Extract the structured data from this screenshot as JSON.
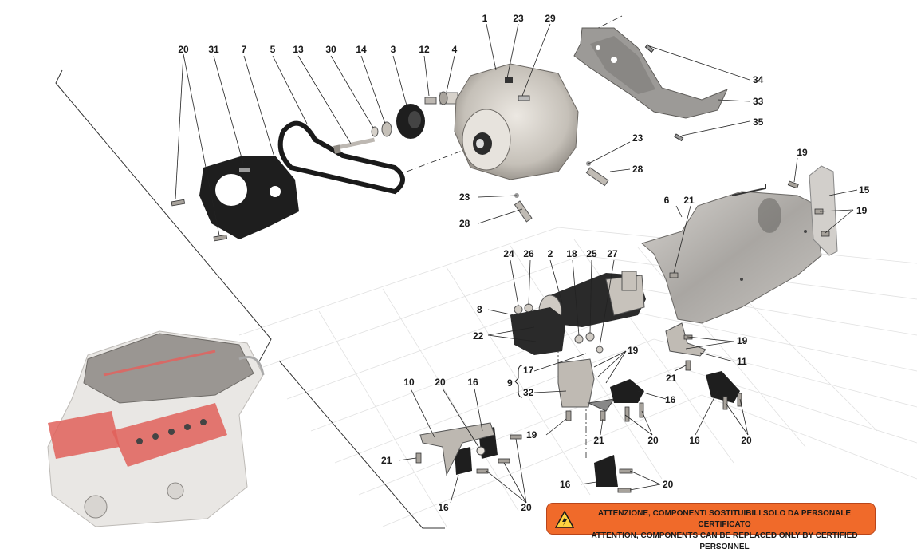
{
  "diagram": {
    "callouts": {
      "c1": "1",
      "c23a": "23",
      "c29": "29",
      "c20a": "20",
      "c31": "31",
      "c7": "7",
      "c5": "5",
      "c13": "13",
      "c30": "30",
      "c14": "14",
      "c3": "3",
      "c12": "12",
      "c4": "4",
      "c34": "34",
      "c33": "33",
      "c35": "35",
      "c23b": "23",
      "c28a": "28",
      "c23c": "23",
      "c28b": "28",
      "c19a": "19",
      "c15": "15",
      "c6": "6",
      "c21a": "21",
      "c19b": "19",
      "c24": "24",
      "c26": "26",
      "c2": "2",
      "c18": "18",
      "c25": "25",
      "c27": "27",
      "c8": "8",
      "c22": "22",
      "c19c": "19",
      "c11": "11",
      "c19d": "19",
      "c17": "17",
      "c9": "9",
      "c32": "32",
      "c21b": "21",
      "c16a": "16",
      "c21c": "21",
      "c20b": "20",
      "c10": "10",
      "c20c": "20",
      "c16b": "16",
      "c19e": "19",
      "c16c": "16",
      "c20d": "20",
      "c21d": "21",
      "c16d": "16",
      "c20e": "20",
      "c16e": "16",
      "c20f": "20"
    },
    "warning": {
      "line_it": "ATTENZIONE, COMPONENTI SOSTITUIBILI SOLO DA PERSONALE CERTIFICATO",
      "line_en": "ATTENTION, COMPONENTS CAN BE REPLACED ONLY BY CERTIFIED PERSONNEL"
    }
  },
  "colors": {
    "warning_bg": "#f06a2a",
    "engine_highlight": "#e0605a",
    "part_dark": "#1e1e1e",
    "part_metal": "#c9c4bd"
  }
}
